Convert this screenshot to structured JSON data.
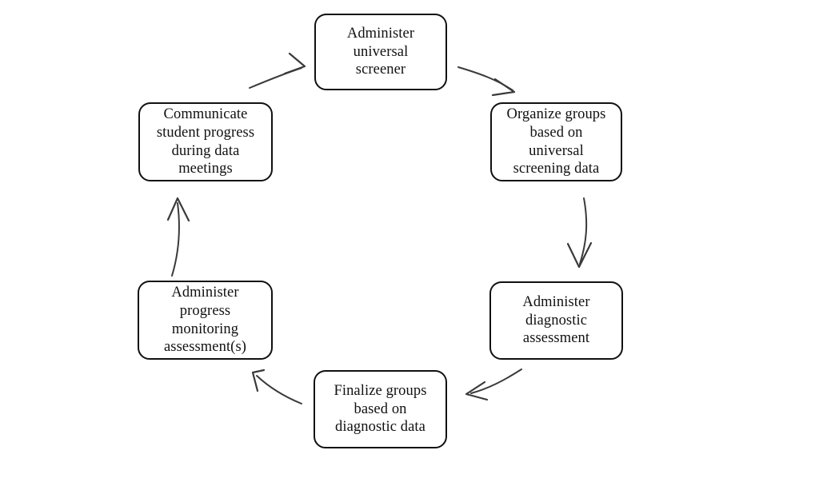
{
  "diagram": {
    "type": "cycle-flowchart",
    "orientation": "clockwise",
    "background_color": "#ffffff",
    "node_border_color": "#111111",
    "node_fill_color": "#ffffff",
    "arrow_color": "#333333",
    "nodes": [
      {
        "id": "universal-screener",
        "label": "Administer\nuniversal\nscreener",
        "lines": [
          "Administer",
          "universal",
          "screener"
        ],
        "position": "top"
      },
      {
        "id": "organize-groups",
        "label": "Organize groups\nbased on\nuniversal\nscreening data",
        "lines": [
          "Organize groups",
          "based on",
          "universal",
          "screening data"
        ],
        "position": "top-right"
      },
      {
        "id": "diagnostic-assessment",
        "label": "Administer\ndiagnostic\nassessment",
        "lines": [
          "Administer",
          "diagnostic",
          "assessment"
        ],
        "position": "bottom-right"
      },
      {
        "id": "finalize-groups",
        "label": "Finalize groups\nbased on\ndiagnostic data",
        "lines": [
          "Finalize groups",
          "based on",
          "diagnostic data"
        ],
        "position": "bottom"
      },
      {
        "id": "progress-monitoring",
        "label": "Administer\nprogress\nmonitoring\nassessment(s)",
        "lines": [
          "Administer",
          "progress",
          "monitoring",
          "assessment(s)"
        ],
        "position": "bottom-left"
      },
      {
        "id": "communicate-progress",
        "label": "Communicate\nstudent progress\nduring data\nmeetings",
        "lines": [
          "Communicate",
          "student progress",
          "during data",
          "meetings"
        ],
        "position": "top-left"
      }
    ],
    "arrows": [
      {
        "id": "arrow-screener-to-organize",
        "from": "universal-screener",
        "to": "organize-groups",
        "direction": "down-right"
      },
      {
        "id": "arrow-organize-to-diagnostic",
        "from": "organize-groups",
        "to": "diagnostic-assessment",
        "direction": "down"
      },
      {
        "id": "arrow-diagnostic-to-finalize",
        "from": "diagnostic-assessment",
        "to": "finalize-groups",
        "direction": "down-left"
      },
      {
        "id": "arrow-finalize-to-progress",
        "from": "finalize-groups",
        "to": "progress-monitoring",
        "direction": "up-left"
      },
      {
        "id": "arrow-progress-to-communicate",
        "from": "progress-monitoring",
        "to": "communicate-progress",
        "direction": "up"
      },
      {
        "id": "arrow-communicate-to-screener",
        "from": "communicate-progress",
        "to": "universal-screener",
        "direction": "up-right"
      }
    ]
  }
}
